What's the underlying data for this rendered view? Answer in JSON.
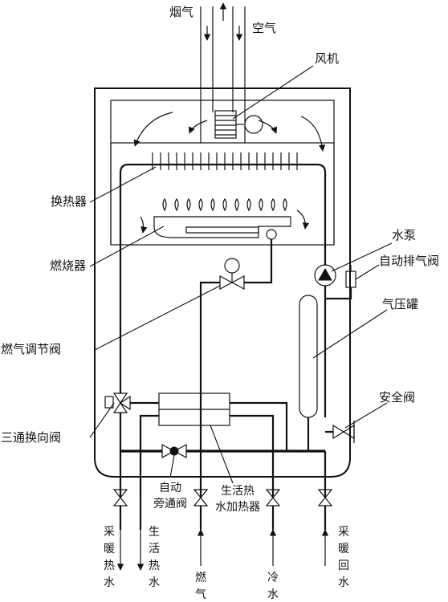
{
  "labels": {
    "flue_gas": "烟气",
    "air": "空气",
    "fan": "风机",
    "heat_exchanger": "换热器",
    "burner": "燃烧器",
    "gas_valve": "燃气调节阀",
    "three_way_valve": "三通换向阀",
    "pump": "水泵",
    "auto_vent": "自动排气阀",
    "expansion_tank": "气压罐",
    "safety_valve": "安全阀",
    "bypass_valve_line1": "自动",
    "bypass_valve_line2": "旁通阀",
    "dhw_exchanger_line1": "生活热",
    "dhw_exchanger_line2": "水加热器"
  },
  "outlets": [
    {
      "chars": [
        "采",
        "暖",
        "热",
        "水"
      ]
    },
    {
      "chars": [
        "生",
        "活",
        "热",
        "水"
      ]
    },
    {
      "chars": [
        "燃",
        "气"
      ]
    },
    {
      "chars": [
        "冷",
        "水"
      ]
    },
    {
      "chars": [
        "采",
        "暖",
        "回",
        "水"
      ]
    }
  ]
}
